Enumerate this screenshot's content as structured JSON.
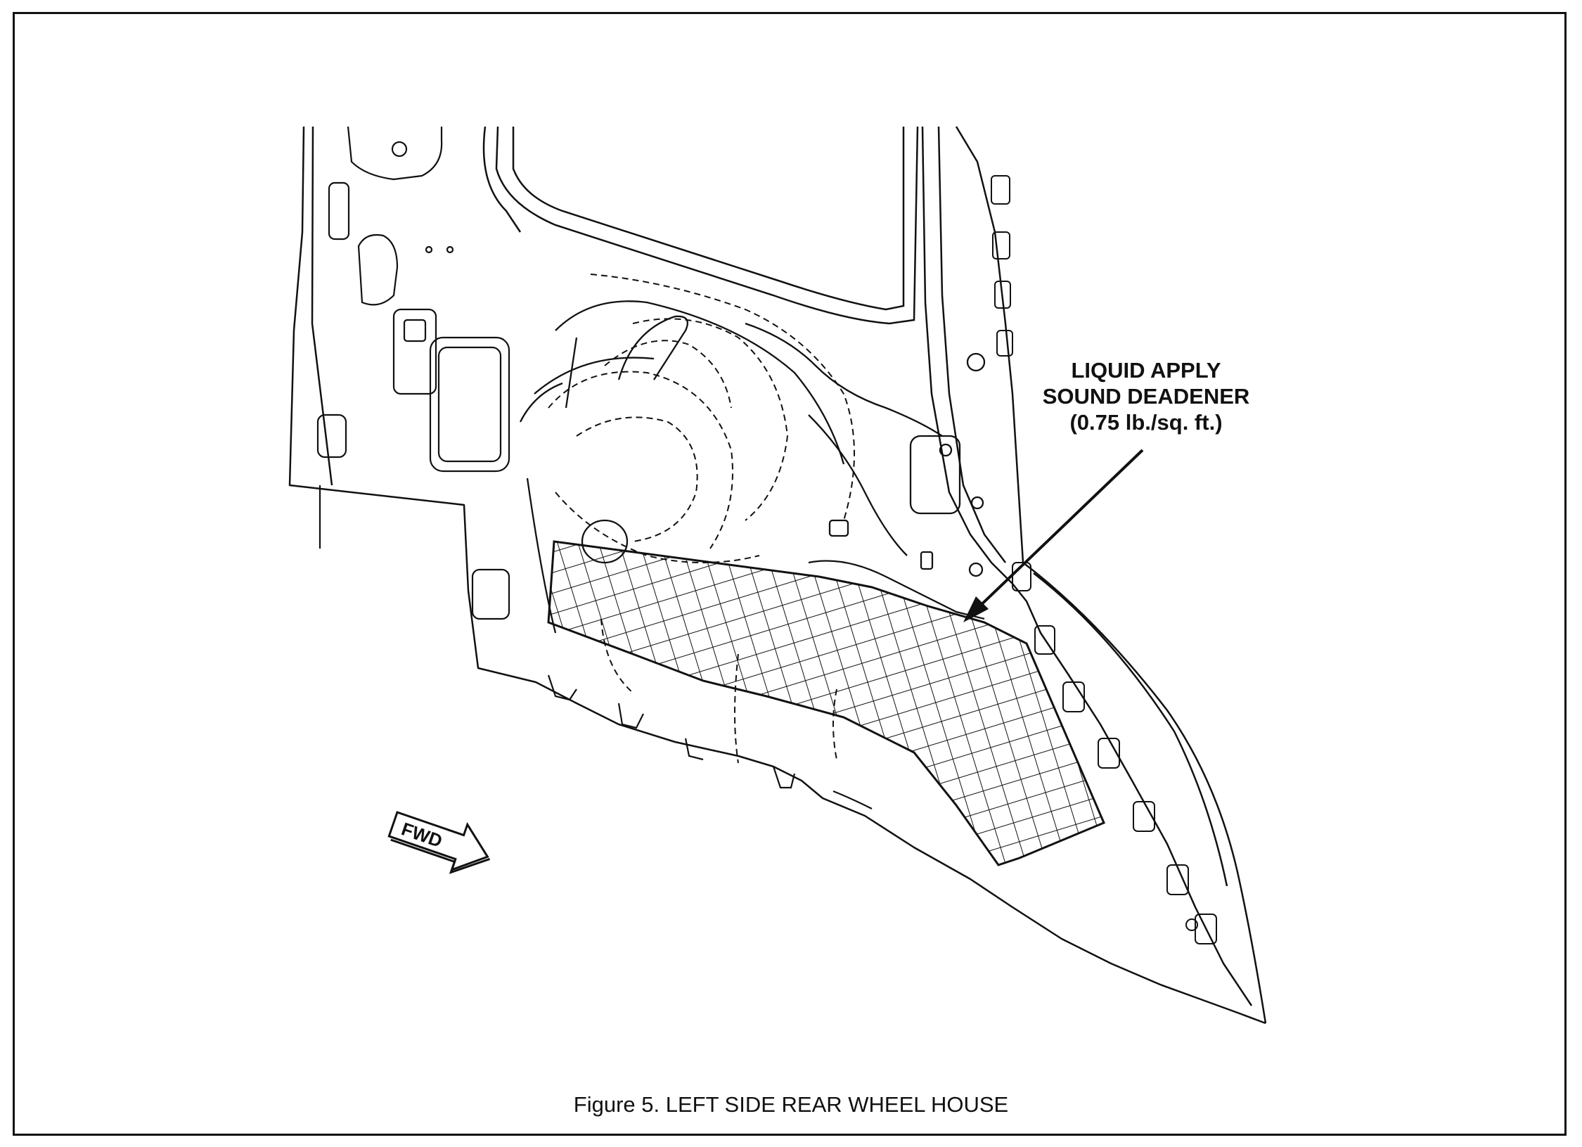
{
  "callout": {
    "line1": "LIQUID APPLY",
    "line2": "SOUND DEADENER",
    "line3": "(0.75 lb./sq. ft.)"
  },
  "fwd_label": "FWD",
  "caption": "Figure 5.  LEFT SIDE REAR WHEEL HOUSE"
}
